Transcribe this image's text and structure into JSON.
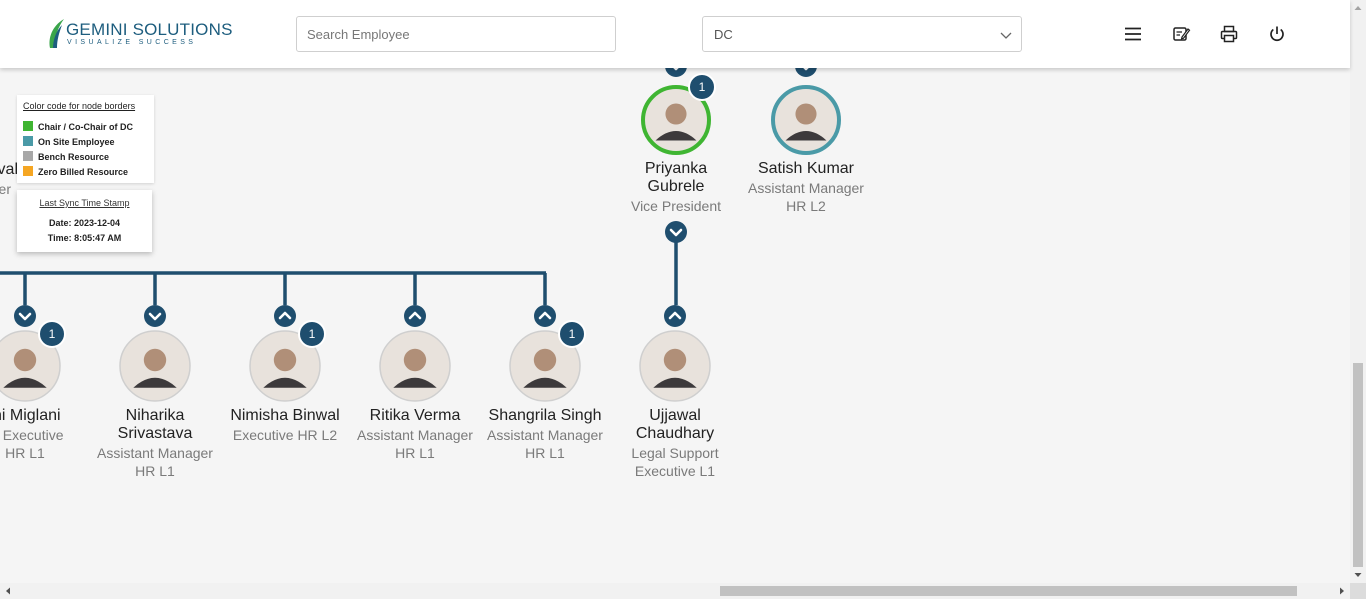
{
  "header": {
    "logo_name": "GEMINI SOLUTIONS",
    "logo_tagline": "VISUALIZE SUCCESS",
    "search_placeholder": "Search Employee",
    "department_selected": "DC",
    "icons": [
      "menu-icon",
      "edit-note-icon",
      "print-icon",
      "power-icon"
    ]
  },
  "legend": {
    "title": "Color code for node borders",
    "items": [
      {
        "label": "Chair / Co-Chair of DC",
        "color": "#3fb532"
      },
      {
        "label": "On Site Employee",
        "color": "#4a9aa7"
      },
      {
        "label": "Bench Resource",
        "color": "#a8a8a8"
      },
      {
        "label": "Zero Billed Resource",
        "color": "#f5a623"
      }
    ]
  },
  "sync": {
    "title": "Last Sync Time Stamp",
    "date": "Date: 2023-12-04",
    "time": "Time: 8:05:47 AM"
  },
  "partial_left": {
    "name_fragment": "val",
    "role_fragment": "er"
  },
  "top_nodes": [
    {
      "name_lines": [
        "Priyanka",
        "Gubrele"
      ],
      "role_lines": [
        "Vice President"
      ],
      "badge": "1",
      "border": "#3fb532"
    },
    {
      "name_lines": [
        "Satish Kumar"
      ],
      "role_lines": [
        "Assistant Manager",
        "HR L2"
      ],
      "badge": "",
      "border": "#4a9aa7"
    }
  ],
  "bottom_nodes": [
    {
      "name_lines": [
        "ini Miglani"
      ],
      "role_lines": [
        "or Executive",
        "HR L1"
      ],
      "badge": "1",
      "toggle": "down"
    },
    {
      "name_lines": [
        "Niharika",
        "Srivastava"
      ],
      "role_lines": [
        "Assistant Manager",
        "HR L1"
      ],
      "badge": "",
      "toggle": "down"
    },
    {
      "name_lines": [
        "Nimisha Binwal"
      ],
      "role_lines": [
        "Executive HR L2"
      ],
      "badge": "1",
      "toggle": "up"
    },
    {
      "name_lines": [
        "Ritika Verma"
      ],
      "role_lines": [
        "Assistant Manager",
        "HR L1"
      ],
      "badge": "",
      "toggle": "up"
    },
    {
      "name_lines": [
        "Shangrila Singh"
      ],
      "role_lines": [
        "Assistant Manager",
        "HR L1"
      ],
      "badge": "1",
      "toggle": "up"
    },
    {
      "name_lines": [
        "Ujjawal",
        "Chaudhary"
      ],
      "role_lines": [
        "Legal Support",
        "Executive L1"
      ],
      "badge": "",
      "toggle": "up"
    }
  ],
  "colors": {
    "connector": "#1f4e6e",
    "badge_bg": "#1f4e6e",
    "avatar_border_default": "#cfcfcf"
  }
}
